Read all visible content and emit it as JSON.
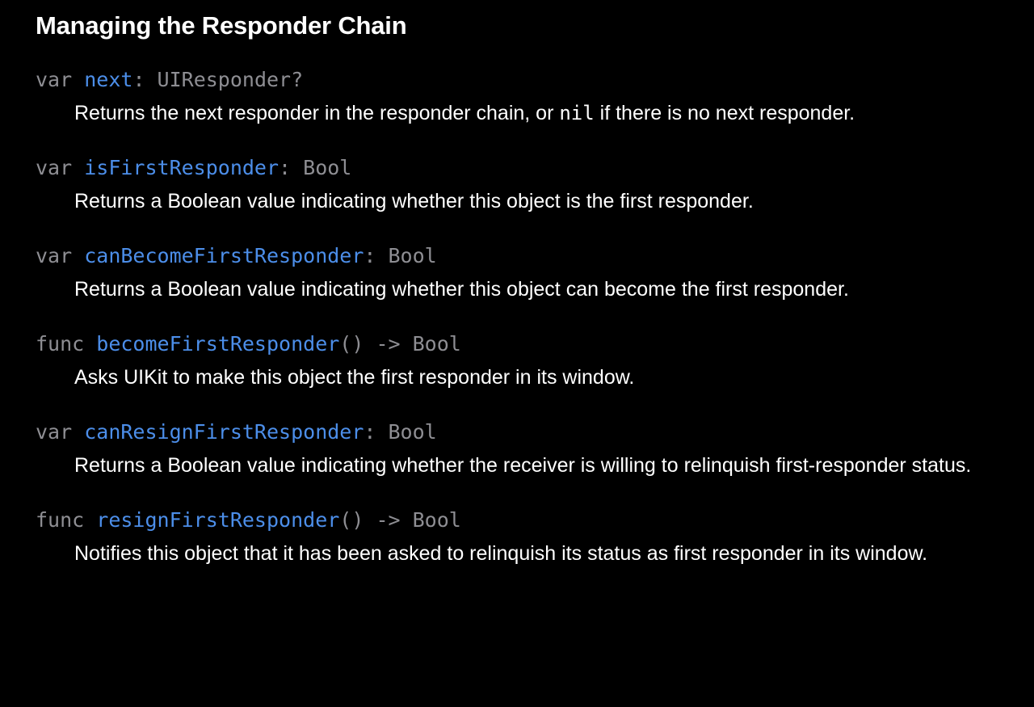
{
  "section": {
    "title": "Managing the Responder Chain"
  },
  "colors": {
    "background": "#000000",
    "keyword": "#8e8e93",
    "symbol": "#4c8ee9",
    "text": "#ffffff"
  },
  "topics": [
    {
      "keyword": "var ",
      "name": "next",
      "suffix": ": UIResponder?",
      "desc_before": "Returns the next responder in the responder chain, or ",
      "desc_code": "nil",
      "desc_after": " if there is no next responder."
    },
    {
      "keyword": "var ",
      "name": "isFirstResponder",
      "suffix": ": Bool",
      "desc": "Returns a Boolean value indicating whether this object is the first responder."
    },
    {
      "keyword": "var ",
      "name": "canBecomeFirstResponder",
      "suffix": ": Bool",
      "desc": "Returns a Boolean value indicating whether this object can become the first responder."
    },
    {
      "keyword": "func ",
      "name": "becomeFirstResponder",
      "suffix": "() -> Bool",
      "desc": "Asks UIKit to make this object the first responder in its window."
    },
    {
      "keyword": "var ",
      "name": "canResignFirstResponder",
      "suffix": ": Bool",
      "desc": "Returns a Boolean value indicating whether the receiver is willing to relinquish first-responder status."
    },
    {
      "keyword": "func ",
      "name": "resignFirstResponder",
      "suffix": "() -> Bool",
      "desc": "Notifies this object that it has been asked to relinquish its status as first responder in its window."
    }
  ]
}
